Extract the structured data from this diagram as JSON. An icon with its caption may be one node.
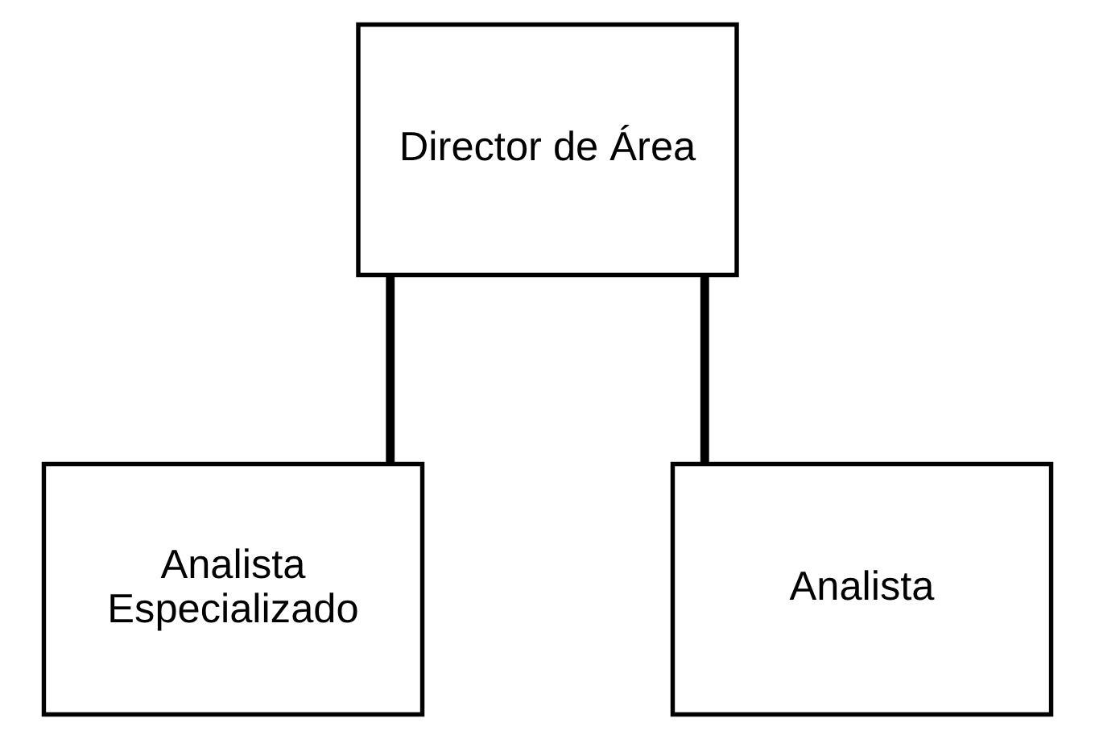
{
  "diagram": {
    "nodes": [
      {
        "text": [
          "Director de Área"
        ]
      },
      {
        "text": [
          "Analista Especializado"
        ]
      },
      {
        "text": [
          "Analista"
        ]
      }
    ],
    "edges": [
      {
        "from": 0,
        "to": 1,
        "arrow": "none"
      },
      {
        "from": 0,
        "to": 2,
        "arrow": "none"
      }
    ]
  }
}
